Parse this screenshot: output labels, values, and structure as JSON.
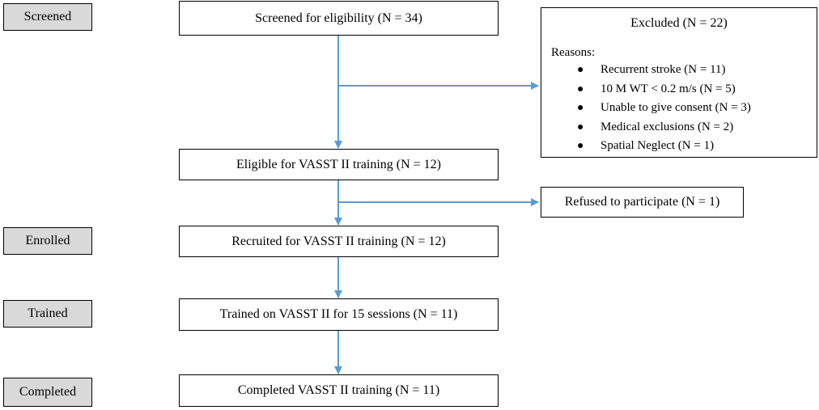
{
  "stages": {
    "screened": "Screened",
    "enrolled": "Enrolled",
    "trained": "Trained",
    "completed": "Completed"
  },
  "flow": {
    "screened_box": "Screened for eligibility (N = 34)",
    "eligible_box": "Eligible for VASST II training (N = 12)",
    "recruited_box": "Recruited for VASST II training (N = 12)",
    "trained_box": "Trained on VASST II for 15 sessions (N = 11)",
    "completed_box": "Completed VASST II training (N = 11)"
  },
  "excluded": {
    "title": "Excluded (N = 22)",
    "reasons_label": "Reasons:",
    "reasons": [
      "Recurrent stroke (N = 11)",
      "10 M WT < 0.2 m/s (N = 5)",
      "Unable to give consent (N = 3)",
      "Medical exclusions (N = 2)",
      "Spatial Neglect (N = 1)"
    ]
  },
  "refused": "Refused to participate (N = 1)",
  "arrow_color": "#5b9bd5",
  "stage_fill": "#d9d9d9"
}
